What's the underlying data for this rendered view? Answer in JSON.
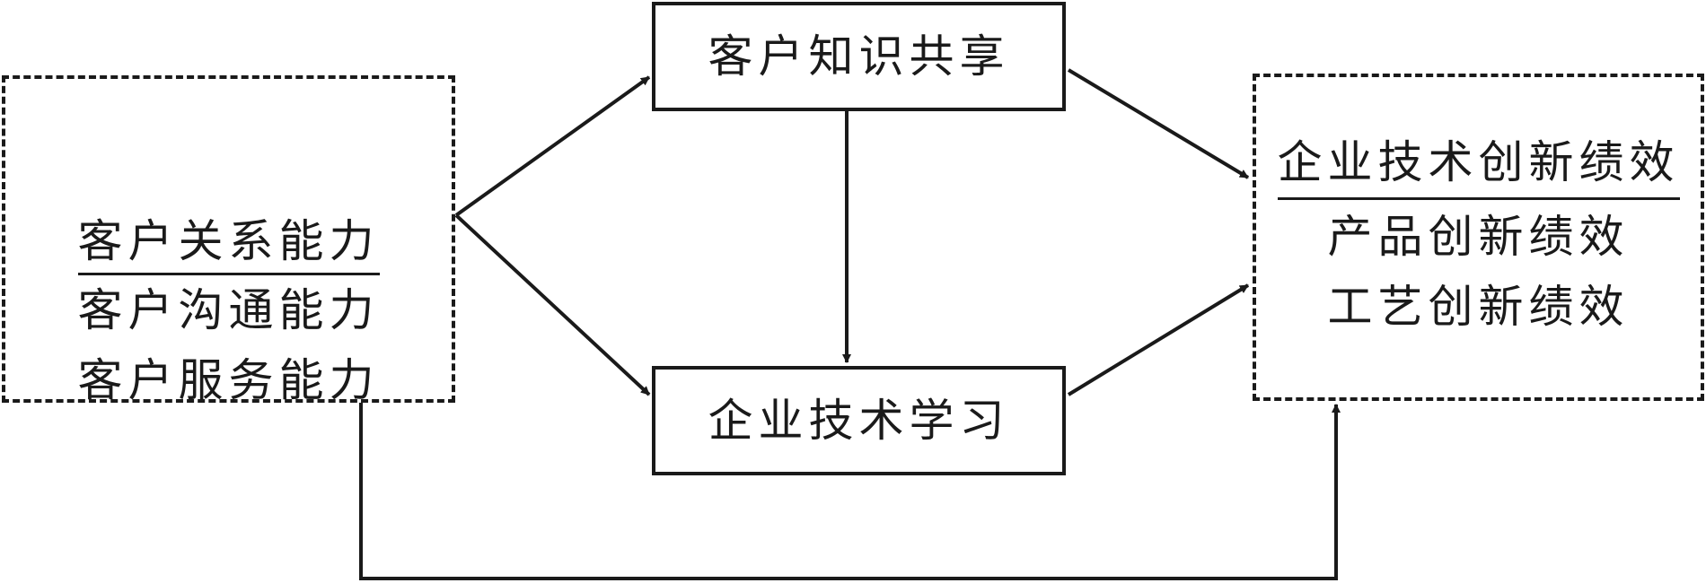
{
  "left_node": {
    "title": "客户关系能力",
    "items": [
      "客户沟通能力",
      "客户服务能力"
    ]
  },
  "right_node": {
    "title": "企业技术创新绩效",
    "items": [
      "产品创新绩效",
      "工艺创新绩效"
    ]
  },
  "top_node": {
    "label": "客户知识共享"
  },
  "bottom_node": {
    "label": "企业技术学习"
  },
  "colors": {
    "line": "#1a1a1a",
    "background": "#ffffff"
  }
}
